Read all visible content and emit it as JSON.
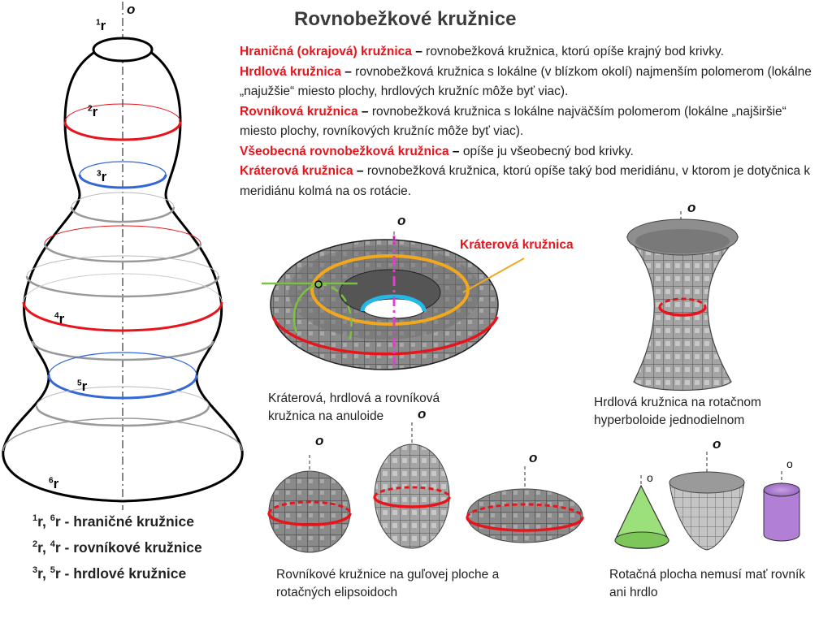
{
  "title": "Rovnobežkové kružnice",
  "definitions": [
    {
      "term": "Hraničná (okrajová) kružnica",
      "text": "rovnobežková kružnica, ktorú opíše krajný bod krivky."
    },
    {
      "term": "Hrdlová kružnica",
      "text": "rovnobežková kružnica s lokálne (v blízkom okolí) najmenším polomerom (lokálne „najužšie“ miesto plochy, hrdlových kružníc môže byť viac)."
    },
    {
      "term": "Rovníková kružnica",
      "text": "rovnobežková kružnica s lokálne najväčším polomerom (lokálne „najširšie“ miesto plochy, rovníkových kružníc môže byť viac)."
    },
    {
      "term": "Všeobecná rovnobežková kružnica",
      "text": "opíše ju všeobecný bod krivky."
    },
    {
      "term": "Kráterová kružnica",
      "text": "rovnobežková kružnica, ktorú opíše taký bod meridiánu, v ktorom je dotyčnica k meridiánu kolmá na os rotácie."
    }
  ],
  "dash": "–",
  "axis_label": "o",
  "vase_labels": [
    {
      "sup": "1",
      "base": "r"
    },
    {
      "sup": "2",
      "base": "r"
    },
    {
      "sup": "3",
      "base": "r"
    },
    {
      "sup": "4",
      "base": "r"
    },
    {
      "sup": "5",
      "base": "r"
    },
    {
      "sup": "6",
      "base": "r"
    }
  ],
  "legend": [
    {
      "a": "1",
      "b": "6",
      "text": " - hraničné kružnice"
    },
    {
      "a": "2",
      "b": "4",
      "text": " - rovníkové kružnice"
    },
    {
      "a": "3",
      "b": "5",
      "text": " - hrdlové kružnice"
    }
  ],
  "torus_callout": "Kráterová kružnica",
  "captions": {
    "torus": "Kráterová, hrdlová a rovníková kružnica na anuloide",
    "hyperboloid": "Hrdlová kružnica na rotačnom hyperboloide jednodielnom",
    "spheres": "Rovníkové kružnice na guľovej ploche a rotačných elipsoidoch",
    "no_equator": "Rotačná plocha nemusí mať rovník ani hrdlo"
  },
  "colors": {
    "red": "#e8141b",
    "blue": "#3366d6",
    "orange": "#f2a81d",
    "green": "#7bc142",
    "magenta": "#e040d0",
    "cyan": "#22b8e8",
    "cone": "#9be07a",
    "cylinder": "#b27fd6"
  }
}
